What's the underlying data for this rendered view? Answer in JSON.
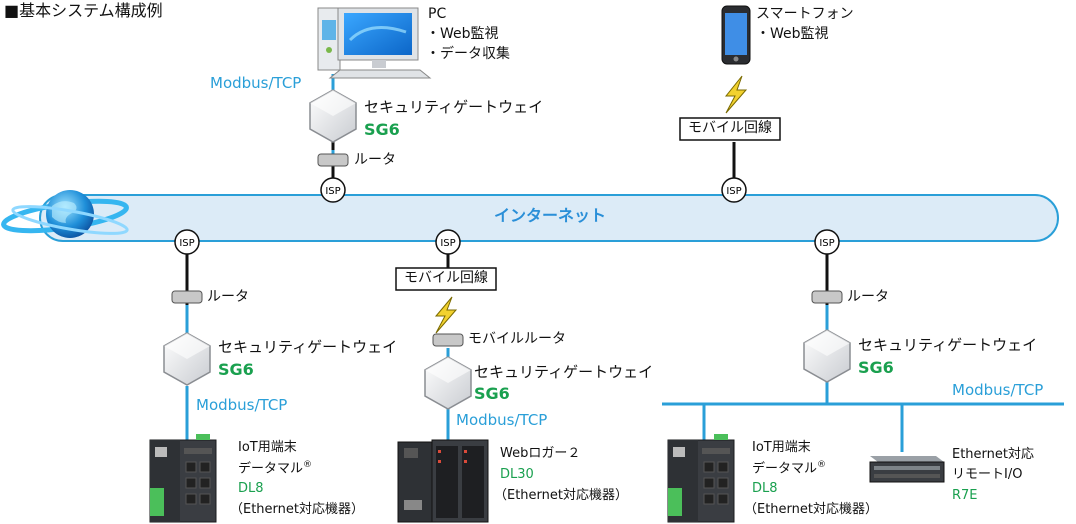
{
  "title": "■基本システム構成例",
  "internet_label": "インターネット",
  "isp_label": "ISP",
  "router_label": "ルータ",
  "mobile_line_label": "モバイル回線",
  "mobile_router_label": "モバイルルータ",
  "modbus_label": "Modbus/TCP",
  "sgw_label": "セキュリティゲートウェイ",
  "sgw_model": "SG6",
  "pc": {
    "name": "PC",
    "feature1": "・Web監視",
    "feature2": "・データ収集"
  },
  "smartphone": {
    "name": "スマートフォン",
    "feature1": "・Web監視"
  },
  "dl8": {
    "line1": "IoT用端末",
    "line2": "データマル",
    "reg": "®",
    "model": "DL8",
    "note": "（Ethernet対応機器）"
  },
  "dl30": {
    "line1": "Webロガー２",
    "model": "DL30",
    "note": "（Ethernet対応機器）"
  },
  "r7e": {
    "line1": "Ethernet対応",
    "line2": "リモートI/O",
    "model": "R7E"
  },
  "colors": {
    "cyan_line": "#2a9fd8",
    "brand_green": "#1aa04f",
    "bolt_yellow": "#f2d12e",
    "internet_fill": "#dcebf7"
  }
}
